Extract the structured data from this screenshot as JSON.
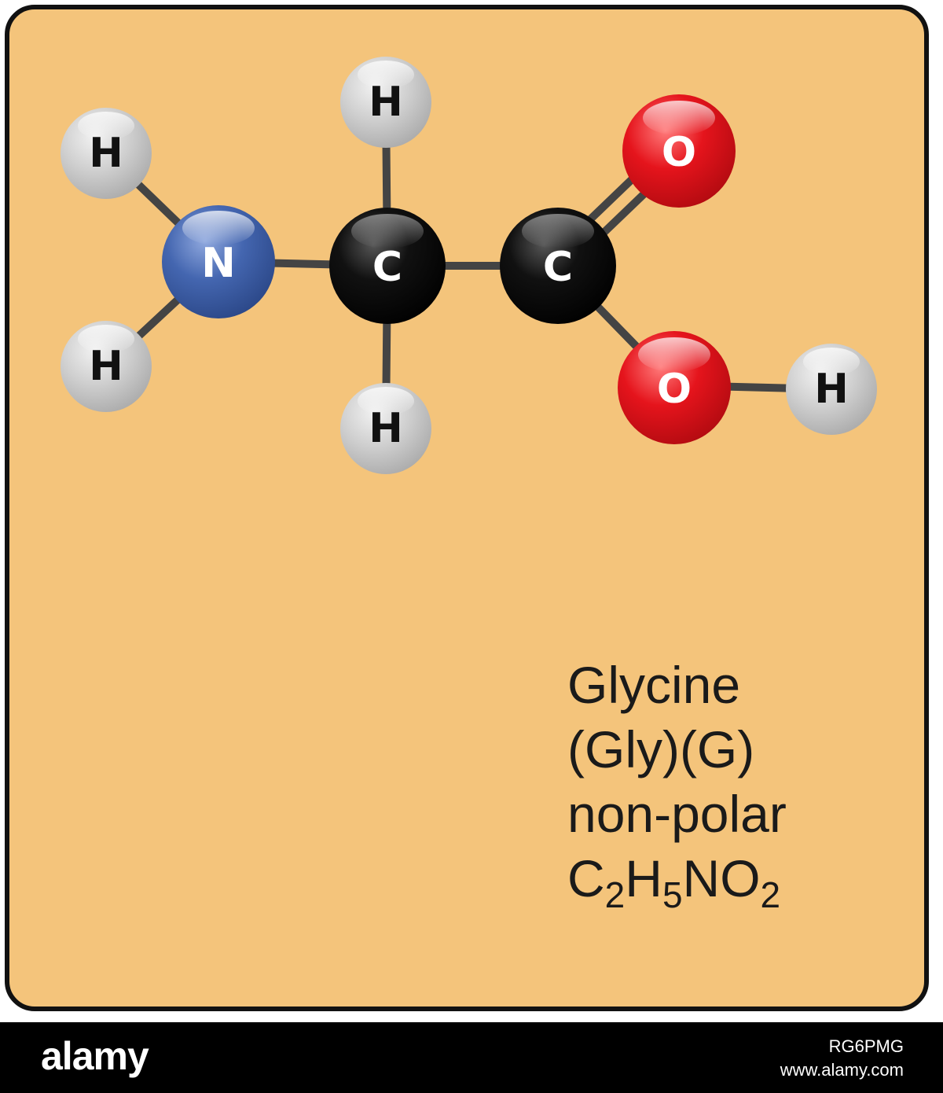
{
  "molecule": {
    "atoms": {
      "n": "N",
      "c_alpha": "C",
      "c_carboxyl": "C",
      "o_double": "O",
      "o_hydroxyl": "O",
      "h_amine_top": "H",
      "h_amine_bottom": "H",
      "h_alpha_top": "H",
      "h_alpha_bottom": "H",
      "h_hydroxyl": "H"
    },
    "colors": {
      "nitrogen": "#3f60a8",
      "carbon": "#000000",
      "oxygen": "#e11b22",
      "hydrogen": "#c8c8c8",
      "bond": "#444444",
      "background": "#f4c47b"
    }
  },
  "info": {
    "name": "Glycine",
    "abbreviations": "(Gly)(G)",
    "polarity": "non-polar",
    "formula": {
      "c": "C",
      "c_count": "2",
      "h": "H",
      "h_count": "5",
      "n": "N",
      "o": "O",
      "o_count": "2"
    }
  },
  "footer": {
    "brand": "alamy",
    "image_id": "RG6PMG",
    "site": "www.alamy.com"
  }
}
